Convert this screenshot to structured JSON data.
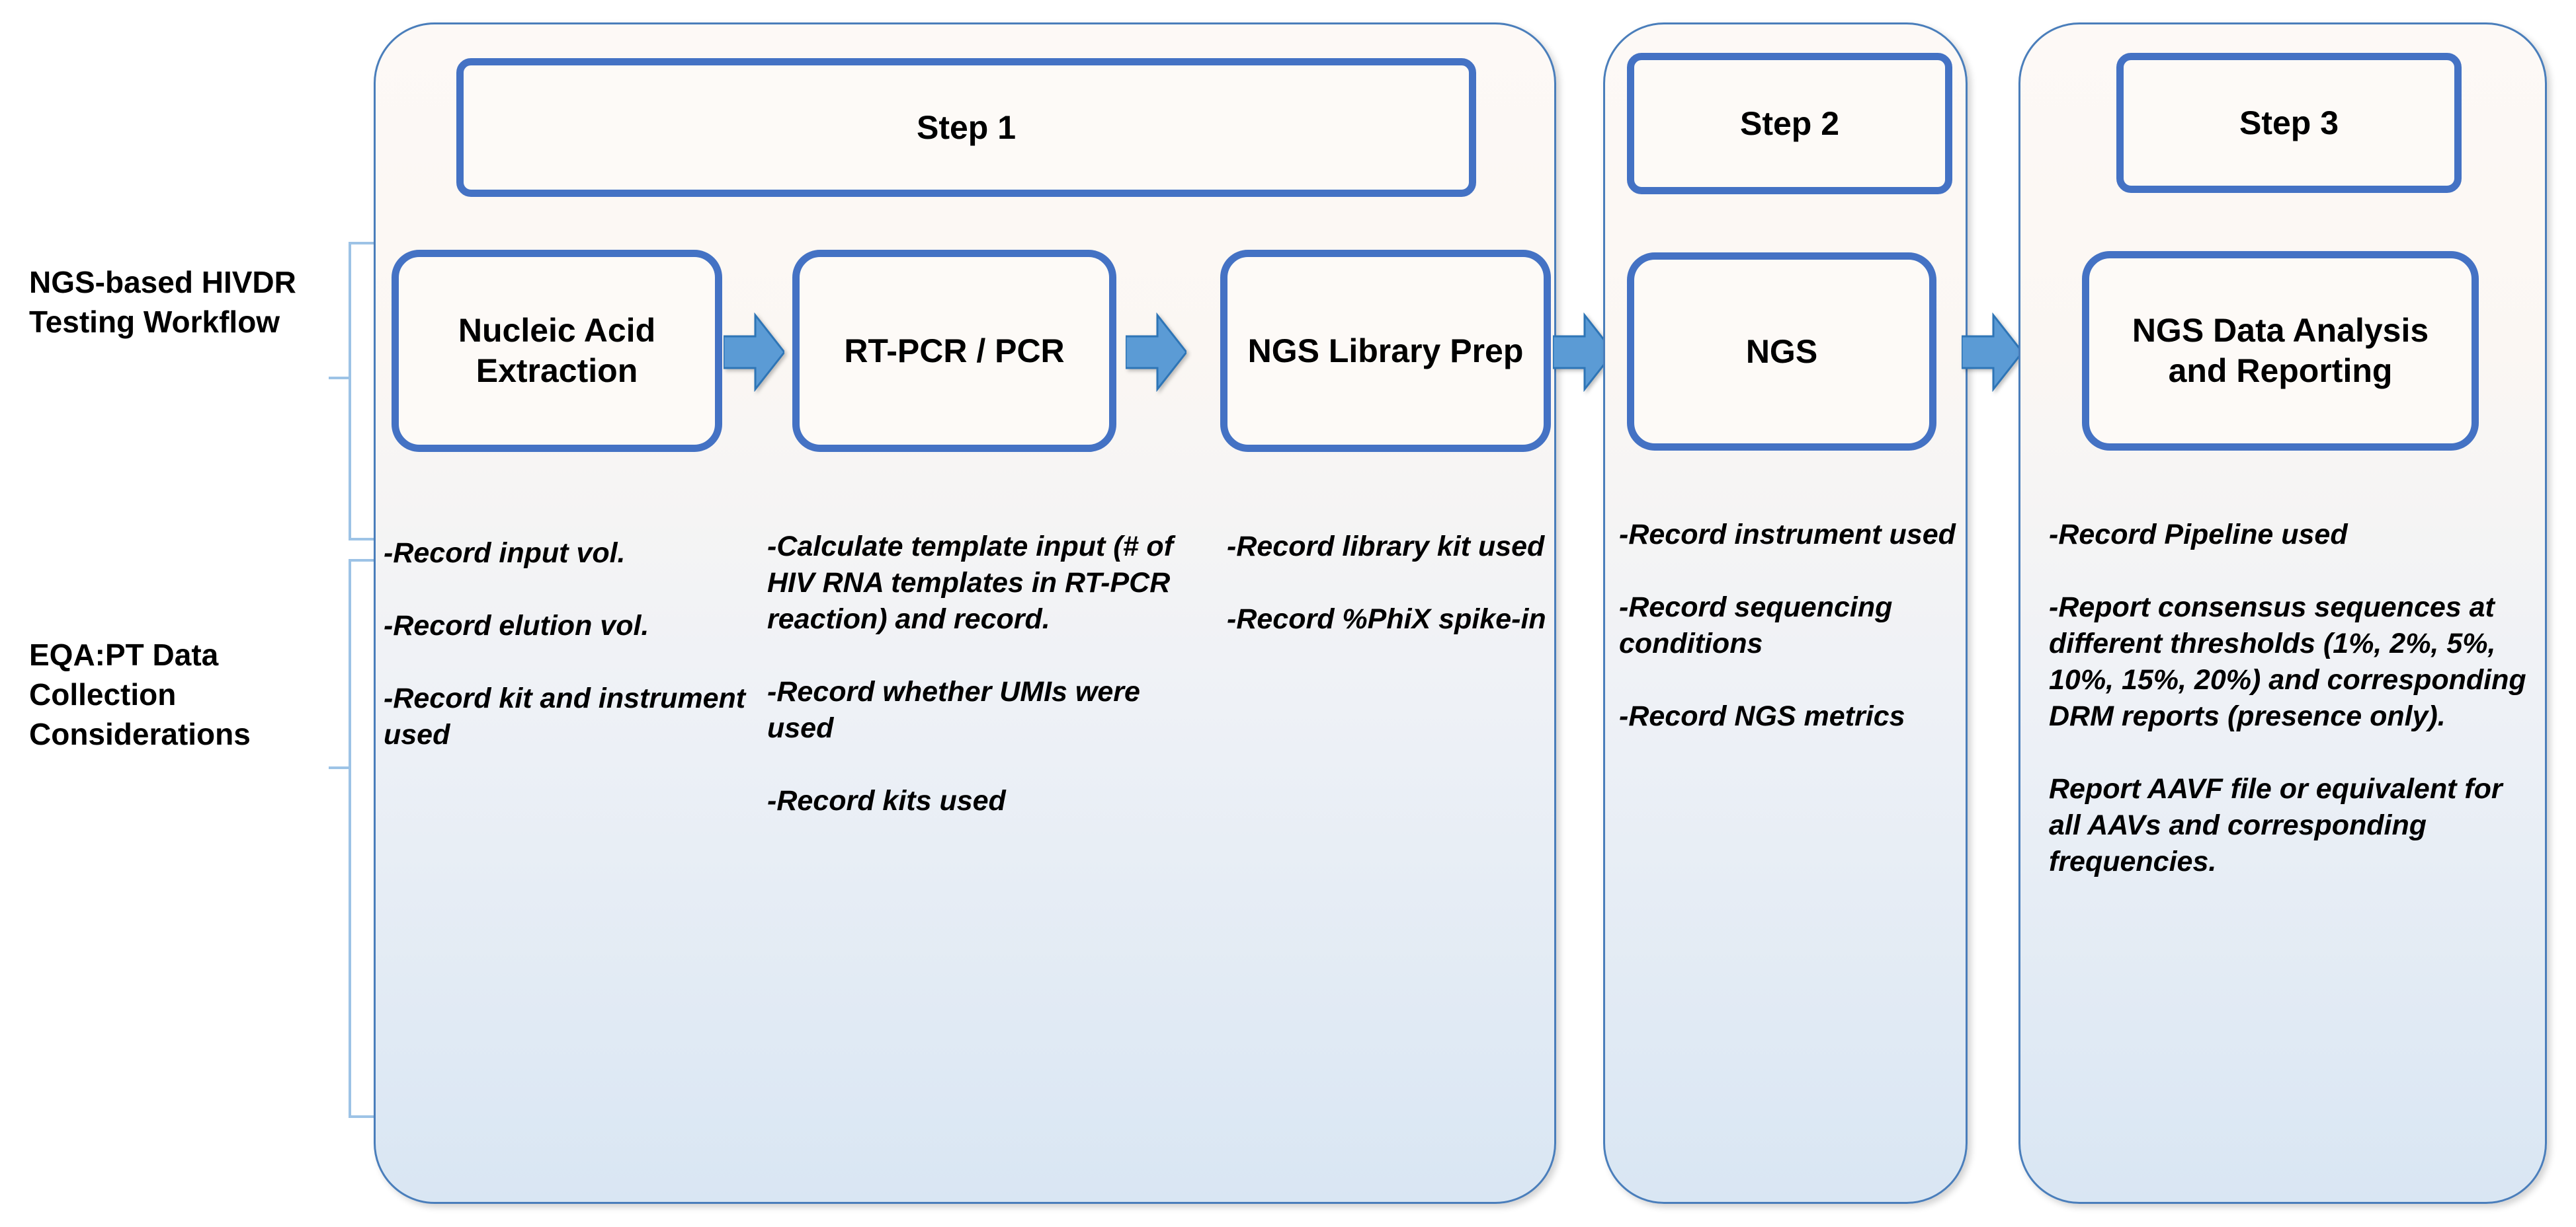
{
  "side_labels": {
    "workflow": "NGS-based HIVDR Testing Workflow",
    "eqa": "EQA:PT Data Collection Considerations"
  },
  "colors": {
    "box_border": "#4472c4",
    "panel_border": "#4a7ebb",
    "arrow_fill": "#5b9bd5",
    "arrow_stroke": "#2e75b6",
    "bracket": "#9dc3e6"
  },
  "steps": [
    {
      "header": "Step 1",
      "boxes": [
        "Nucleic Acid Extraction",
        "RT-PCR / PCR",
        "NGS Library Prep"
      ],
      "note_columns": [
        "-Record input vol.\n\n-Record elution vol.\n\n-Record kit and instrument used",
        "-Calculate template input (# of HIV RNA templates in RT-PCR reaction) and record.\n\n-Record whether UMIs were used\n\n-Record kits used",
        "-Record library kit used\n\n-Record %PhiX spike-in"
      ]
    },
    {
      "header": "Step 2",
      "boxes": [
        "NGS"
      ],
      "note_columns": [
        "-Record instrument used\n\n-Record sequencing conditions\n\n-Record NGS metrics"
      ]
    },
    {
      "header": "Step 3",
      "boxes": [
        "NGS Data Analysis and Reporting"
      ],
      "note_columns": [
        "-Record Pipeline used\n\n-Report consensus sequences at different thresholds (1%, 2%, 5%, 10%, 15%, 20%) and corresponding DRM reports (presence only).\n\nReport AAVF file or equivalent for all AAVs and corresponding frequencies."
      ]
    }
  ],
  "arrows": [
    {
      "name": "arrow-extraction-to-rtpcr"
    },
    {
      "name": "arrow-rtpcr-to-libprep"
    },
    {
      "name": "arrow-step1-to-step2"
    },
    {
      "name": "arrow-step2-to-step3"
    }
  ]
}
